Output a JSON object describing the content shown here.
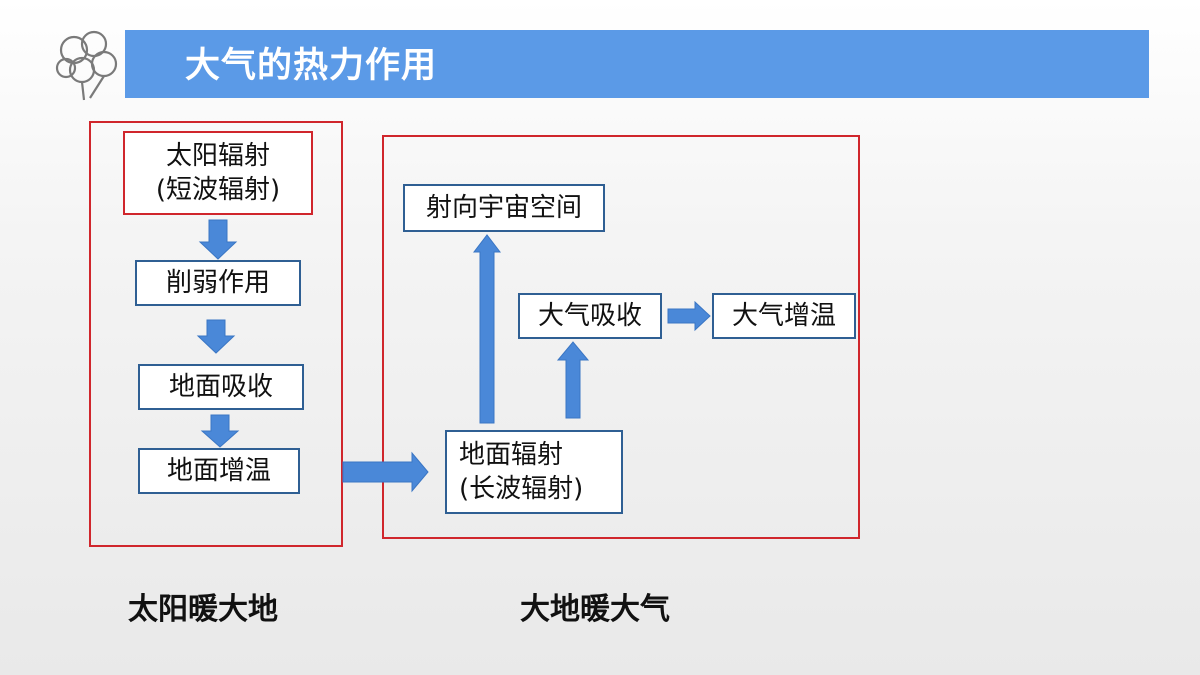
{
  "title": "大气的热力作用",
  "colors": {
    "title_bar": "#5b9ae7",
    "frame": "#d0262c",
    "box_border": "#2f5f93",
    "arrow": "#4a88d8"
  },
  "left_panel": {
    "solar": {
      "line1": "太阳辐射",
      "line2": "(短波辐射)"
    },
    "weaken": "削弱作用",
    "ground_absorb": "地面吸收",
    "ground_warm": "地面增温",
    "caption": "太阳暖大地"
  },
  "right_panel": {
    "to_space": "射向宇宙空间",
    "atm_absorb": "大气吸收",
    "atm_warm": "大气增温",
    "ground_rad": {
      "line1": "地面辐射",
      "line2": "(长波辐射)"
    },
    "caption": "大地暖大气"
  }
}
